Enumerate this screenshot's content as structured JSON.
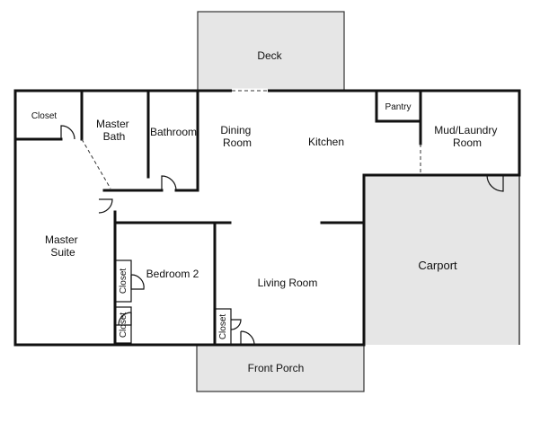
{
  "floorplan": {
    "colors": {
      "wall": "#111111",
      "outdoor_fill": "#e6e6e6",
      "carport_fill": "#e6e6e6",
      "background": "#ffffff"
    },
    "rooms": {
      "deck": "Deck",
      "closet_master": "Closet",
      "master_bath": [
        "Master",
        "Bath"
      ],
      "bathroom": "Bathroom",
      "dining_room": [
        "Dining",
        "Room"
      ],
      "kitchen": "Kitchen",
      "pantry": "Pantry",
      "mud_laundry": [
        "Mud/Laundry",
        "Room"
      ],
      "master_suite": [
        "Master",
        "Suite"
      ],
      "bedroom_2": "Bedroom 2",
      "closet_bed2_upper": "Closet",
      "closet_bed2_lower": "Closet",
      "living_room": "Living Room",
      "closet_entry": "Closet",
      "carport": "Carport",
      "front_porch": "Front Porch"
    }
  }
}
